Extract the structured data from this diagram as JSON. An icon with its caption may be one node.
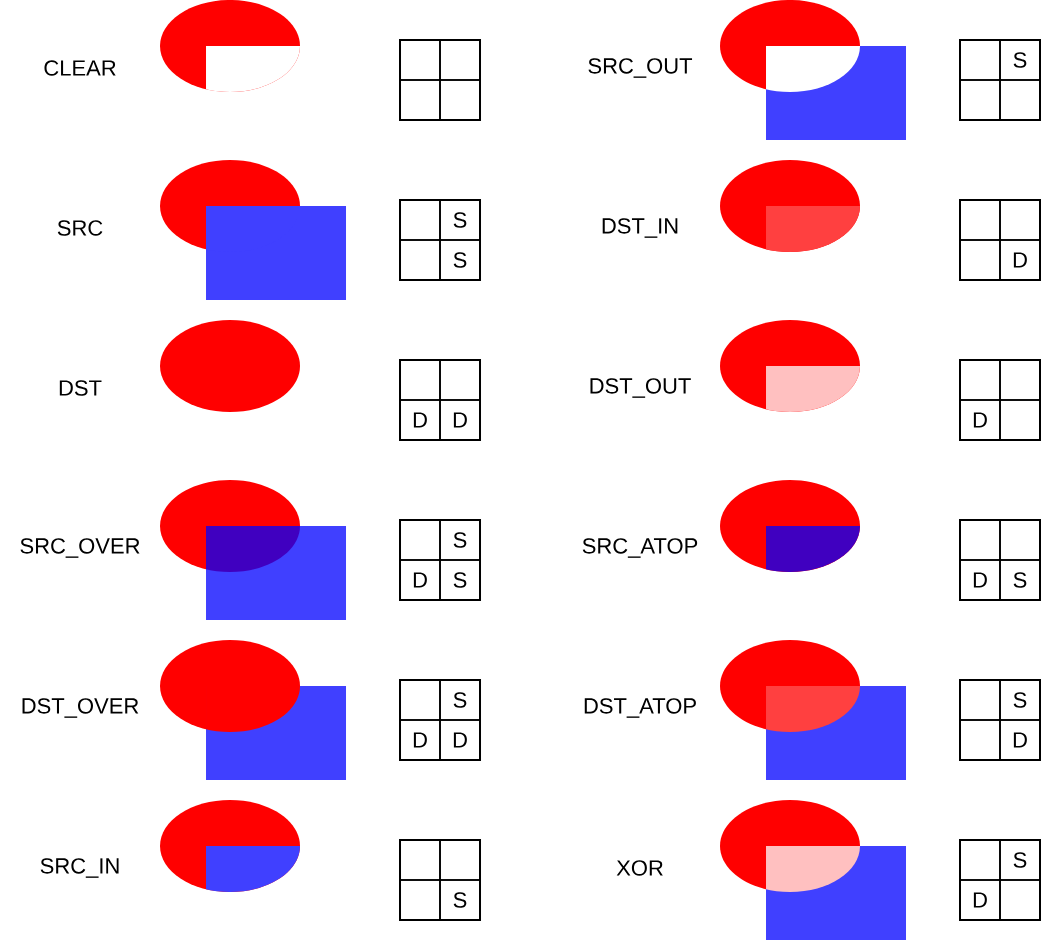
{
  "diagram": {
    "nodes": [
      {
        "text": [],
        "shape": "box"
      },
      {
        "text": [],
        "shape": "box",
        "in": 0
      },
      {
        "text": [],
        "shape": "box",
        "in": 0
      },
      {
        "text": [],
        "shape": "box",
        "in": 0
      },
      {
        "text": [],
        "shape": "box",
        "in": 0
      },
      {
        "text": [],
        "shape": "box"
      },
      {
        "text": [],
        "shape": "box",
        "in": 5
      },
      {
        "text": [
          "S"
        ],
        "in": 5
      },
      {
        "text": [],
        "shape": "box",
        "in": 5
      },
      {
        "text": [],
        "shape": "box",
        "in": 5
      },
      {
        "text": [],
        "shape": "box"
      },
      {
        "text": [],
        "shape": "box",
        "in": 10
      },
      {
        "text": [
          "S"
        ],
        "in": 10
      },
      {
        "text": [],
        "shape": "box",
        "in": 10
      },
      {
        "text": [
          "S"
        ],
        "in": 10
      },
      {
        "text": [],
        "shape": "box"
      },
      {
        "text": [],
        "shape": "box",
        "in": 15
      },
      {
        "text": [],
        "shape": "box",
        "in": 15
      },
      {
        "text": [],
        "shape": "box",
        "in": 15
      },
      {
        "text": [
          "D"
        ],
        "in": 15
      },
      {
        "text": [],
        "shape": "box"
      },
      {
        "text": [],
        "shape": "box",
        "in": 20
      },
      {
        "text": [],
        "shape": "box",
        "in": 20
      },
      {
        "text": [
          "D"
        ],
        "in": 20
      },
      {
        "text": [
          "D"
        ],
        "in": 20
      },
      {
        "text": [],
        "shape": "box"
      },
      {
        "text": [],
        "shape": "box",
        "in": 25
      },
      {
        "text": [],
        "shape": "box",
        "in": 25
      },
      {
        "text": [
          "D"
        ],
        "in": 25
      },
      {
        "text": [],
        "shape": "box",
        "in": 25
      },
      {
        "text": [],
        "shape": "box"
      },
      {
        "text": [],
        "shape": "box",
        "in": 30
      },
      {
        "text": [
          "S"
        ],
        "in": 30
      },
      {
        "text": [
          "D"
        ],
        "in": 30
      },
      {
        "text": [
          "S"
        ],
        "in": 30
      },
      {
        "text": [],
        "shape": "box"
      },
      {
        "text": [],
        "shape": "box",
        "in": 35
      },
      {
        "text": [],
        "shape": "box",
        "in": 35
      },
      {
        "text": [
          "D"
        ],
        "in": 35
      },
      {
        "text": [
          "S"
        ],
        "in": 35
      },
      {
        "text": [],
        "shape": "box"
      },
      {
        "text": [],
        "shape": "box",
        "in": 40
      },
      {
        "text": [
          "S"
        ],
        "in": 40
      },
      {
        "text": [
          "D"
        ],
        "in": 40
      },
      {
        "text": [
          "D"
        ],
        "in": 40
      },
      {
        "text": [],
        "shape": "box"
      },
      {
        "text": [],
        "shape": "box",
        "in": 45
      },
      {
        "text": [
          "S"
        ],
        "in": 45
      },
      {
        "text": [],
        "shape": "box",
        "in": 45
      },
      {
        "text": [
          "D"
        ],
        "in": 45
      },
      {
        "text": [],
        "shape": "box"
      },
      {
        "text": [],
        "shape": "box",
        "in": 50
      },
      {
        "text": [],
        "shape": "box",
        "in": 50
      },
      {
        "text": [],
        "shape": "box",
        "in": 50
      },
      {
        "text": [
          "S"
        ],
        "in": 50
      },
      {
        "text": [],
        "shape": "box"
      },
      {
        "text": [],
        "shape": "box",
        "in": 55
      },
      {
        "text": [
          "S"
        ],
        "in": 55
      },
      {
        "text": [
          "D"
        ],
        "in": 55
      },
      {
        "text": [],
        "shape": "box",
        "in": 55
      }
    ],
    "labels": [
      "CLEAR",
      "SRC_OUT",
      "SRC",
      "DST_IN",
      "DST",
      "DST_OUT",
      "SRC_OVER",
      "SRC_ATOP",
      "DST_OVER",
      "DST_ATOP",
      "SRC_IN",
      "XOR"
    ]
  }
}
